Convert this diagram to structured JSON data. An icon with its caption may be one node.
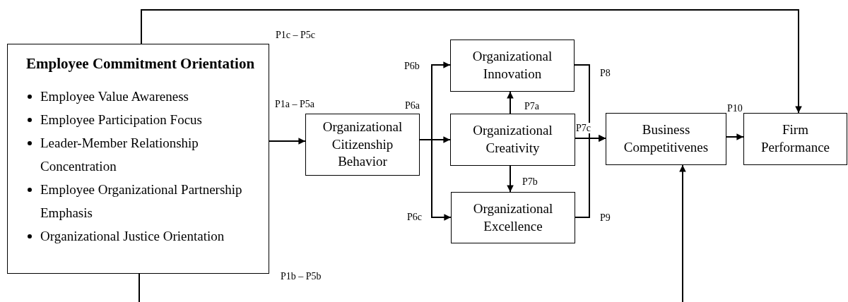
{
  "diagram": {
    "nodes": [
      {
        "text": [
          "Employee Commitment Orientation",
          "Employee Value Awareness",
          "Employee Participation Focus",
          "Leader-Member Relationship Concentration",
          "Employee Organizational Partnership Emphasis",
          "Organizational Justice Orientation"
        ]
      },
      {
        "text": [
          "Organizational Citizenship Behavior"
        ]
      },
      {
        "text": [
          "Organizational Innovation"
        ]
      },
      {
        "text": [
          "Organizational Creativity"
        ]
      },
      {
        "text": [
          "Organizational Excellence"
        ]
      },
      {
        "text": [
          "Business Competitivenes"
        ]
      },
      {
        "text": [
          "Firm Performance"
        ]
      }
    ],
    "edges": [
      {
        "from": 0,
        "to": 1,
        "arrow": "to",
        "label": "P1a – P5a"
      },
      {
        "from": 0,
        "to": 6,
        "arrow": "to",
        "label": "P1c – P5c"
      },
      {
        "from": 0,
        "to": 5,
        "arrow": "to",
        "label": "P1b – P5b"
      },
      {
        "from": 1,
        "to": 3,
        "arrow": "to",
        "label": "P6a"
      },
      {
        "from": 1,
        "to": 2,
        "arrow": "to",
        "label": "P6b"
      },
      {
        "from": 1,
        "to": 4,
        "arrow": "to",
        "label": "P6c"
      },
      {
        "from": 3,
        "to": 2,
        "arrow": "to",
        "label": "P7a"
      },
      {
        "from": 3,
        "to": 4,
        "arrow": "to",
        "label": "P7b"
      },
      {
        "from": 3,
        "to": 5,
        "arrow": "to",
        "label": "P7c"
      },
      {
        "from": 2,
        "to": 5,
        "arrow": "to",
        "label": "P8"
      },
      {
        "from": 4,
        "to": 5,
        "arrow": "to",
        "label": "P9"
      },
      {
        "from": 5,
        "to": 6,
        "arrow": "to",
        "label": "P10"
      }
    ]
  }
}
